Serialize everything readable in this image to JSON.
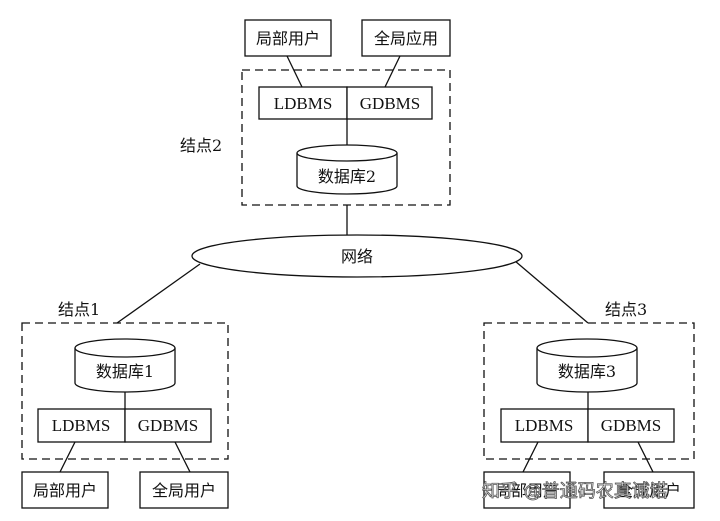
{
  "node2": {
    "label": "结点2",
    "local_user": "局部用户",
    "global_app": "全局应用",
    "ldbms": "LDBMS",
    "gdbms": "GDBMS",
    "database": "数据库2"
  },
  "network": {
    "label": "网络"
  },
  "node1": {
    "label": "结点1",
    "database": "数据库1",
    "ldbms": "LDBMS",
    "gdbms": "GDBMS",
    "local_user": "局部用户",
    "global_user": "全局用户"
  },
  "node3": {
    "label": "结点3",
    "database": "数据库3",
    "ldbms": "LDBMS",
    "gdbms": "GDBMS",
    "local_user": "局部用户",
    "global_user": "全局用户"
  },
  "watermark": "知乎 @普通码农真诚诺"
}
